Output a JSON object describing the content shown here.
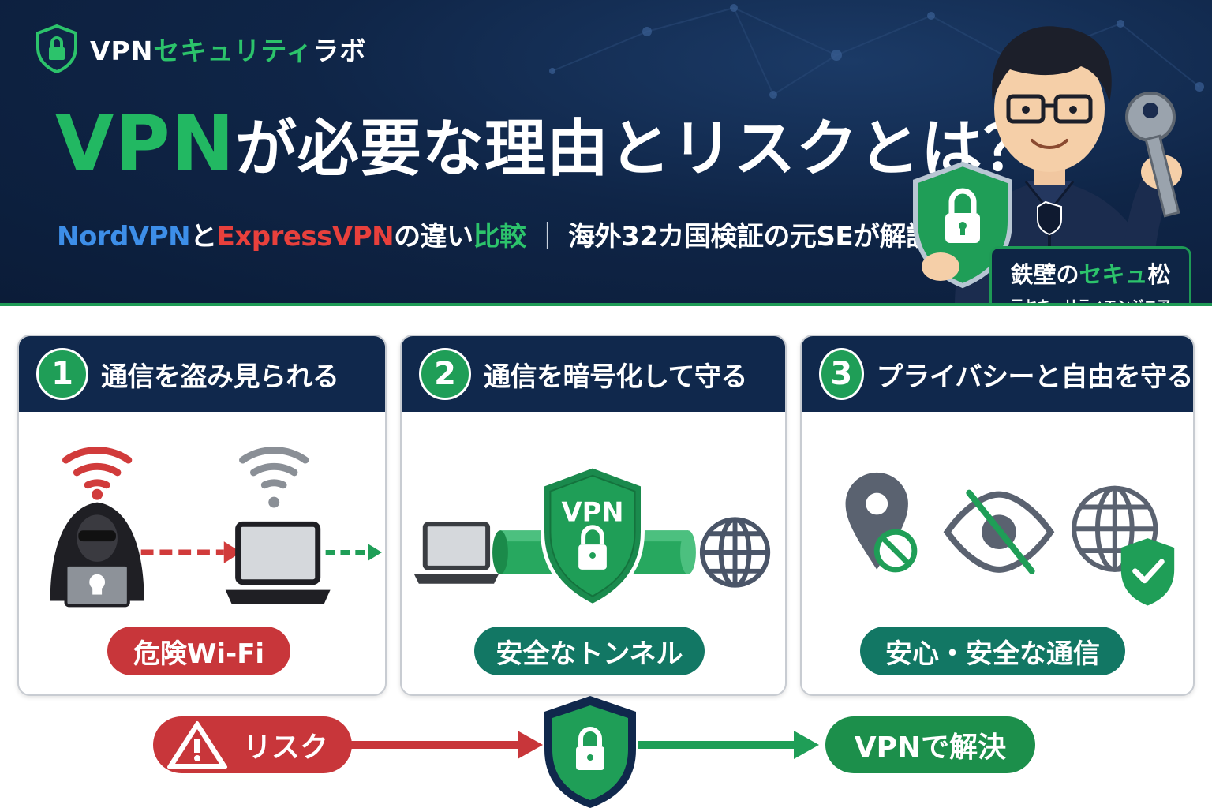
{
  "brand": {
    "name_part1": "VPN",
    "name_part2": "セキュリティ",
    "name_part3": "ラボ"
  },
  "hero": {
    "title_vpn": "VPN",
    "title_rest": "が必要な理由とリスクとは？",
    "subtitle": {
      "nord": "NordVPN",
      "and": "と",
      "express": "ExpressVPN",
      "no_chigai": "の違い",
      "hikaku": "比較",
      "separator": "｜",
      "rest": "海外32カ国検証の元SEが解説"
    }
  },
  "mascot": {
    "name_part1": "鉄壁の",
    "name_part2": "セキュ",
    "name_part3": "松",
    "role": "元セキュリティエンジニア"
  },
  "panels": [
    {
      "number": "1",
      "title": "通信を盗み見られる",
      "pill": "危険Wi-Fi"
    },
    {
      "number": "2",
      "title": "通信を暗号化して守る",
      "pill": "安全なトンネル",
      "shield_text": "VPN"
    },
    {
      "number": "3",
      "title": "プライバシーと自由を守る",
      "pill": "安心・安全な通信"
    }
  ],
  "flow": {
    "risk": "リスク",
    "solution": "VPNで解決"
  },
  "colors": {
    "navy": "#10284c",
    "green": "#1f9e57",
    "red": "#c8363a",
    "teal": "#127764",
    "nord_blue": "#3d8ee8",
    "express_red": "#e8403c"
  }
}
